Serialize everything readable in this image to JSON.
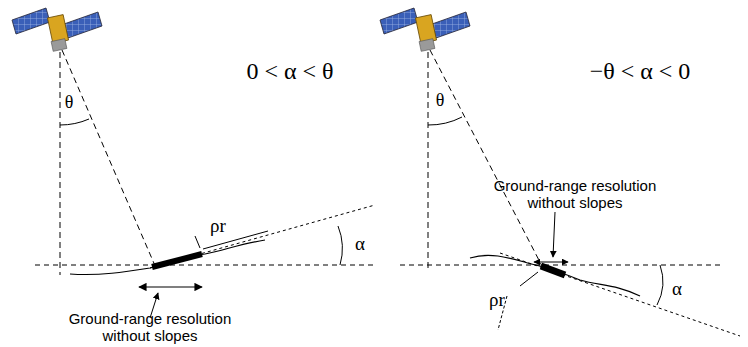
{
  "diagram": {
    "labels": [
      "θ",
      "0 < α < θ",
      "ρr",
      "α",
      "Ground-range resolution without slopes",
      "θ",
      "−θ < α < 0",
      "Ground-range resolution without slopes",
      "ρr",
      "α"
    ]
  }
}
